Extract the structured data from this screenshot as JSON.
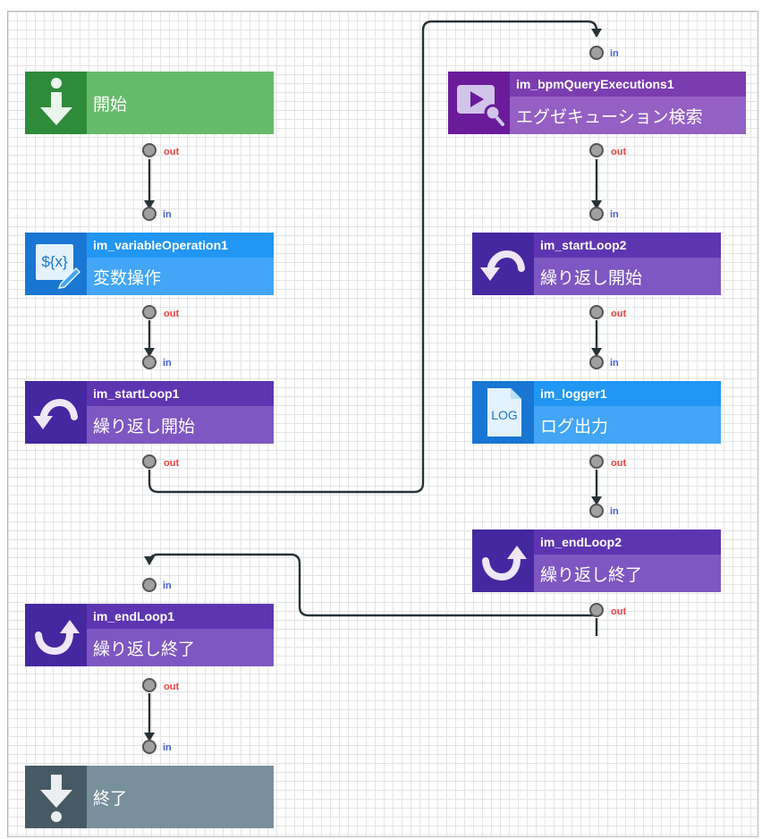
{
  "colors": {
    "start_icon": "#2e8b3a",
    "start_body": "#66bb6a",
    "var_icon": "#1976d2",
    "var_name": "#2196f3",
    "var_label": "#42a5f5",
    "loop_icon": "#4527a0",
    "loop_name": "#5e35b1",
    "loop_label": "#7e57c2",
    "query_icon": "#6a1b9a",
    "query_name": "#7b3db0",
    "query_label": "#9460c4",
    "end_icon": "#455a64",
    "end_body": "#78909c",
    "wire": "#263238",
    "port_in": "#4a5fd8",
    "port_out": "#e84545"
  },
  "ports": {
    "in_label": "in",
    "out_label": "out"
  },
  "nodes": {
    "start": {
      "label": "開始",
      "icon": "arrow-down-icon"
    },
    "var1": {
      "name": "im_variableOperation1",
      "label": "変数操作",
      "icon": "variable-icon",
      "icon_text": "${x}"
    },
    "loop1": {
      "name": "im_startLoop1",
      "label": "繰り返し開始",
      "icon": "loop-start-icon"
    },
    "query": {
      "name": "im_bpmQueryExecutions1",
      "label": "エグゼキューション検索",
      "icon": "query-executions-icon"
    },
    "loop2": {
      "name": "im_startLoop2",
      "label": "繰り返し開始",
      "icon": "loop-start-icon"
    },
    "logger": {
      "name": "im_logger1",
      "label": "ログ出力",
      "icon": "log-file-icon",
      "icon_text": "LOG"
    },
    "endloop2": {
      "name": "im_endLoop2",
      "label": "繰り返し終了",
      "icon": "loop-end-icon"
    },
    "endloop1": {
      "name": "im_endLoop1",
      "label": "繰り返し終了",
      "icon": "loop-end-icon"
    },
    "end": {
      "label": "終了",
      "icon": "end-arrow-icon"
    }
  }
}
